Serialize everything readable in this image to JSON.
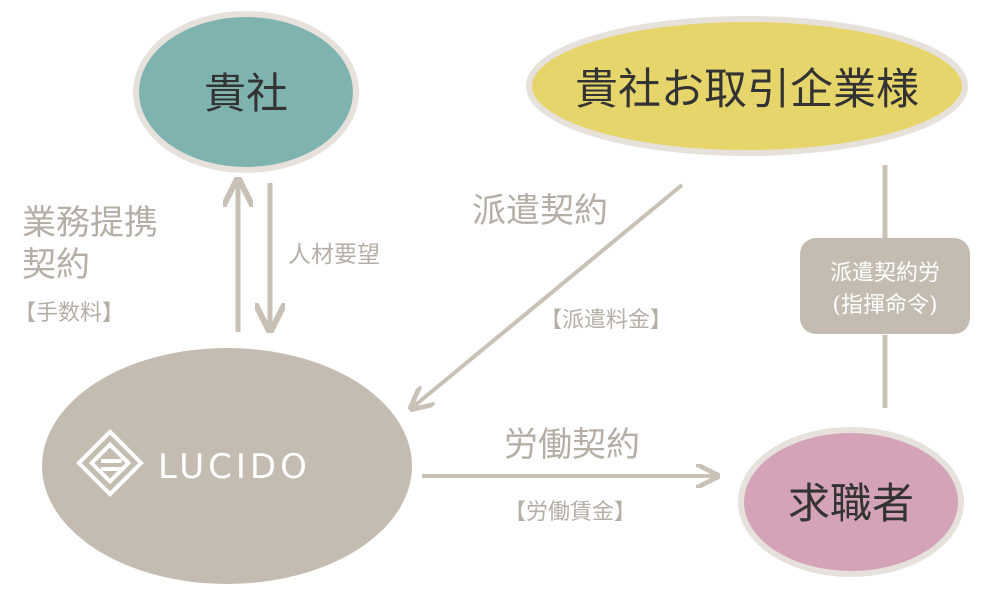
{
  "nodes": {
    "client": {
      "label": "貴社",
      "color": "#7fb3b0"
    },
    "partners": {
      "label": "貴社お取引企業様",
      "color": "#e5d56a"
    },
    "lucido": {
      "label": "LUCIDO",
      "color": "#c4bcb0"
    },
    "jobseeker": {
      "label": "求職者",
      "color": "#d4a3b8"
    }
  },
  "edges": {
    "business_partnership": {
      "line1": "業務提携",
      "line2": "契約",
      "note": "【手数料】"
    },
    "talent_request": {
      "label": "人材要望"
    },
    "dispatch_contract": {
      "label": "派遣契約",
      "note": "【派遣料金】"
    },
    "labor_contract": {
      "label": "労働契約",
      "note": "【労働賃金】"
    },
    "dispatch_labor": {
      "line1": "派遣契約労",
      "line2": "(指揮命令)"
    }
  },
  "colors": {
    "ellipse_border": "#e6e1da",
    "arrow": "#c9c1b6",
    "edge_text": "#b5aea5",
    "box_fill": "#c4bcb0"
  }
}
